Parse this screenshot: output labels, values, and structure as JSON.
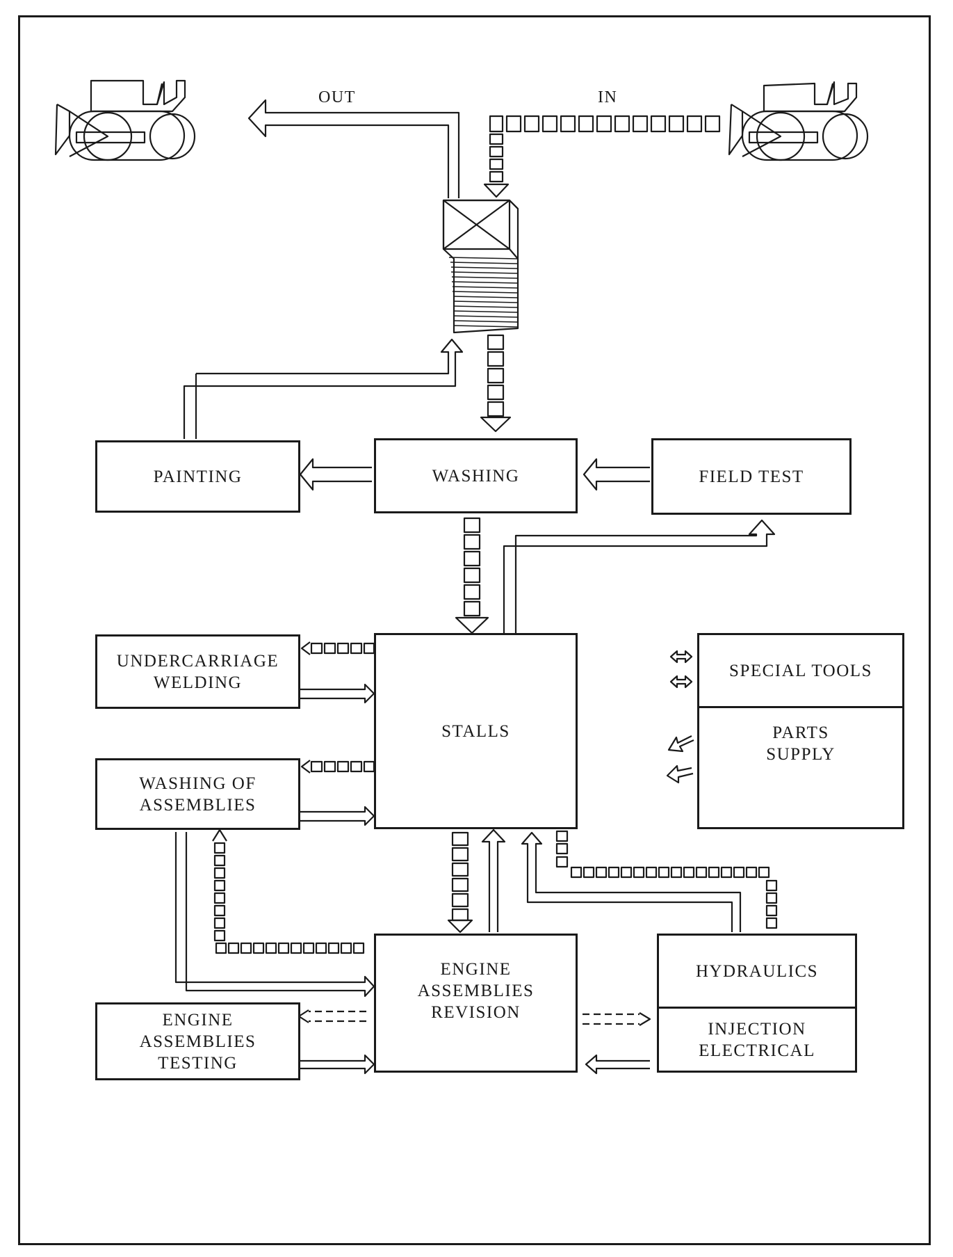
{
  "labels": {
    "out": "OUT",
    "in": "IN",
    "painting": "PAINTING",
    "washing": "WASHING",
    "field_test": "FIELD TEST",
    "undercarriage_line1": "UNDERCARRIAGE",
    "undercarriage_line2": "WELDING",
    "stalls": "STALLS",
    "special_tools": "SPECIAL TOOLS",
    "parts_supply_line1": "PARTS",
    "parts_supply_line2": "SUPPLY",
    "washing_assemblies_line1": "WASHING OF",
    "washing_assemblies_line2": "ASSEMBLIES",
    "engine_revision_line1": "ENGINE",
    "engine_revision_line2": "ASSEMBLIES",
    "engine_revision_line3": "REVISION",
    "hydraulics": "HYDRAULICS",
    "injection_line1": "INJECTION",
    "injection_line2": "ELECTRICAL",
    "engine_testing_line1": "ENGINE",
    "engine_testing_line2": "ASSEMBLIES",
    "engine_testing_line3": "TESTING"
  }
}
